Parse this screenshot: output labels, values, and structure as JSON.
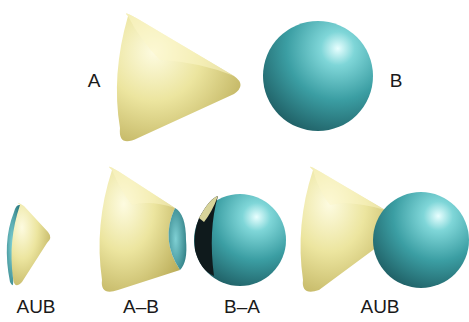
{
  "diagram": {
    "labels": [
      "A",
      "B",
      "AUB",
      "A–B",
      "B–A",
      "AUB"
    ]
  }
}
